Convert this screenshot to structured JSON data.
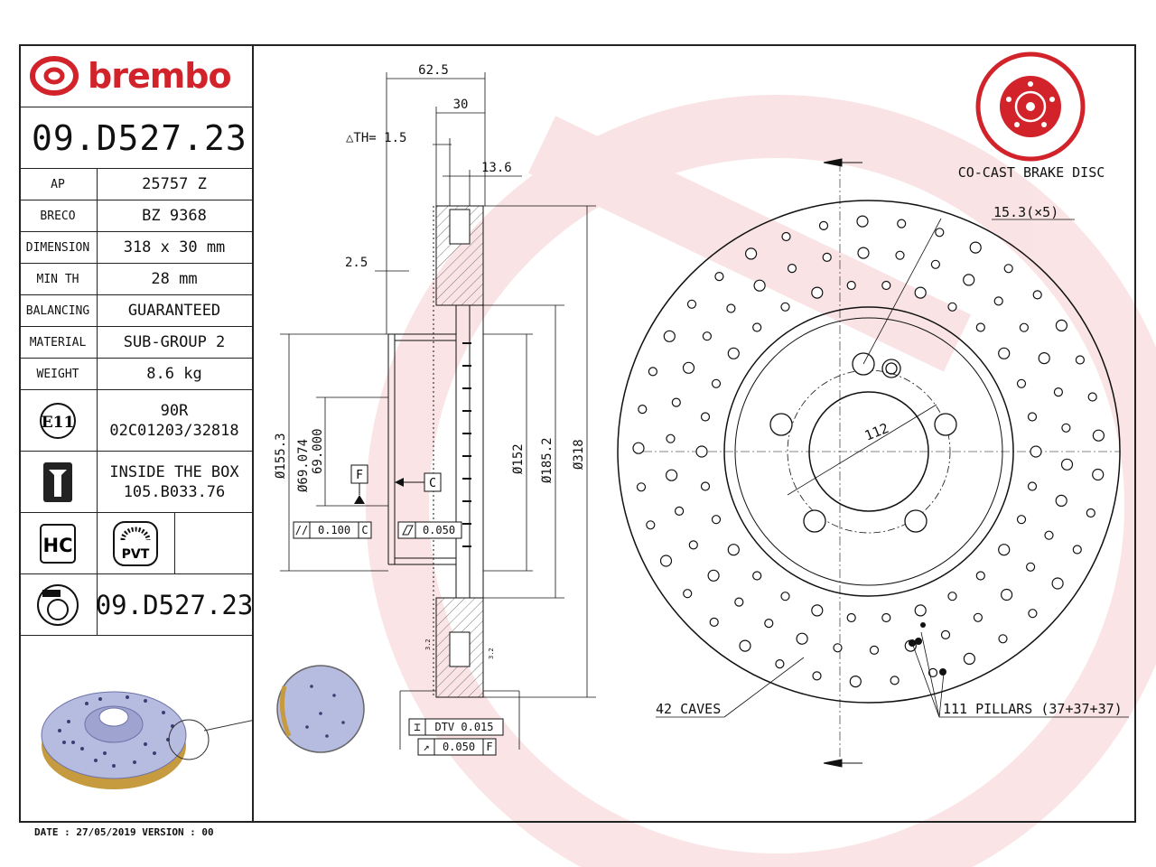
{
  "brand": {
    "name": "brembo",
    "color": "#d2232a"
  },
  "part_number": "09.D527.23",
  "specs": [
    {
      "label": "AP",
      "value": "25757 Z"
    },
    {
      "label": "BRECO",
      "value": "BZ 9368"
    },
    {
      "label": "DIMENSION",
      "value": "318 x 30 mm"
    },
    {
      "label": "MIN TH",
      "value": "28 mm"
    },
    {
      "label": "BALANCING",
      "value": "GUARANTEED"
    },
    {
      "label": "MATERIAL",
      "value": "SUB-GROUP 2"
    },
    {
      "label": "WEIGHT",
      "value": "8.6 kg"
    }
  ],
  "approval": {
    "badge": "E11",
    "line1": "90R",
    "line2": "02C01203/32818"
  },
  "hardware": {
    "icon": "screw-icon",
    "line1": "INSIDE THE BOX",
    "line2": "105.B033.76"
  },
  "badges": {
    "hc": "HC",
    "pvt": "PVT"
  },
  "bottom_part_number": "09.D527.23",
  "footer": "DATE : 27/05/2019 VERSION : 00",
  "section_view": {
    "dims": {
      "width_total": "62.5",
      "thickness": "30",
      "th": "△TH= 1.5",
      "hat_depth": "13.6",
      "offset": "2.5",
      "d155": "Ø155.3",
      "d69a": "Ø69.074",
      "d69b": "69.000",
      "d152": "Ø152",
      "d185": "Ø185.2",
      "d318": "Ø318",
      "ref_f": "F",
      "ref_c": "C",
      "tol_parallel": "0.100",
      "tol_parallel_ref": "C",
      "tol_flat": "0.050",
      "dtv": "DTV 0.015",
      "runout": "0.050",
      "runout_ref": "F",
      "small_a": "3.2",
      "small_b": "3.2"
    }
  },
  "front_view": {
    "title": "CO-CAST BRAKE DISC",
    "hole_callout": "15.3(×5)",
    "pcd": "112",
    "caves": "42 CAVES",
    "pillars": "111 PILLARS (37+37+37)"
  }
}
